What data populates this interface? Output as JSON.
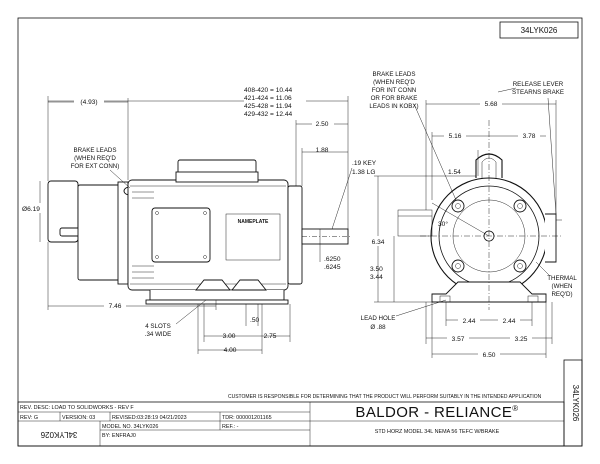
{
  "part_number": "34LYK026",
  "part_number_vertical": "34LYK026",
  "part_number_rotated": "34LYK026",
  "side_view": {
    "dims": {
      "overall_table": [
        "408-420 = 10.44",
        "421-424 = 11.06",
        "425-428 = 11.94",
        "429-432 = 12.44"
      ],
      "d_4_93": "4.93",
      "d_2_50": "2.50",
      "d_1_88": "1.88",
      "d_6_19": "6.19",
      "d_7_46": "7.46",
      "d_50": ".50",
      "d_3_00": "3.00",
      "d_2_75": "2.75",
      "d_4_00": "4.00",
      "key_line1": ".19 KEY",
      "key_line2": "1.38 LG",
      "shaft_line1": ".6250",
      "shaft_line2": ".6245"
    },
    "labels": {
      "brake_leads_ext": [
        "BRAKE LEADS",
        "(WHEN REQ'D",
        "FOR EXT CONN)"
      ],
      "slots": [
        "4 SLOTS",
        ".34 WIDE"
      ],
      "nameplate": "NAMEPLATE"
    }
  },
  "end_view": {
    "dims": {
      "d_5_68": "5.68",
      "d_5_16": "5.16",
      "d_3_78": "3.78",
      "d_1_54": "1.54",
      "d_30": "30°",
      "d_6_34": "6.34",
      "d_3_50": "3.50",
      "d_3_44": "3.44",
      "d_2_44_left": "2.44",
      "d_2_44_right": "2.44",
      "d_3_57": "3.57",
      "d_3_25": "3.25",
      "d_6_50": "6.50"
    },
    "labels": {
      "brake_leads_int": [
        "BRAKE LEADS",
        "(WHEN REQ'D",
        "FOR INT CONN",
        "OR FOR BRAKE",
        "LEADS IN KOBX)"
      ],
      "release_lever": [
        "RELEASE LEVER",
        "STEARNS BRAKE"
      ],
      "thermal": [
        "THERMAL",
        "(WHEN",
        "REQ'D)"
      ],
      "lead_hole": [
        "LEAD HOLE",
        "Ø .88"
      ]
    }
  },
  "notice": "CUSTOMER IS RESPONSIBLE FOR DETERMINING THAT THE PRODUCT WILL PERFORM SUITABLY IN THE INTENDED APPLICATION",
  "title_block": {
    "rev_desc": "REV. DESC: LOAD TO SOLIDWORKS - REV F",
    "rev": "REV: G",
    "version": "VERSION: 03",
    "revised": "REVISED:03:28:19 04/21/2023",
    "tdr": "TDR: 000001201165",
    "model_no": "MODEL NO. 34LYK026",
    "ref": "REF.: -",
    "by": "BY: ENFRAJ0",
    "brand": "BALDOR - RELIANCE",
    "brand_reg": "®",
    "description": "STD HORZ MODEL 34L NEMA 56 TEFC W/BRAKE"
  }
}
